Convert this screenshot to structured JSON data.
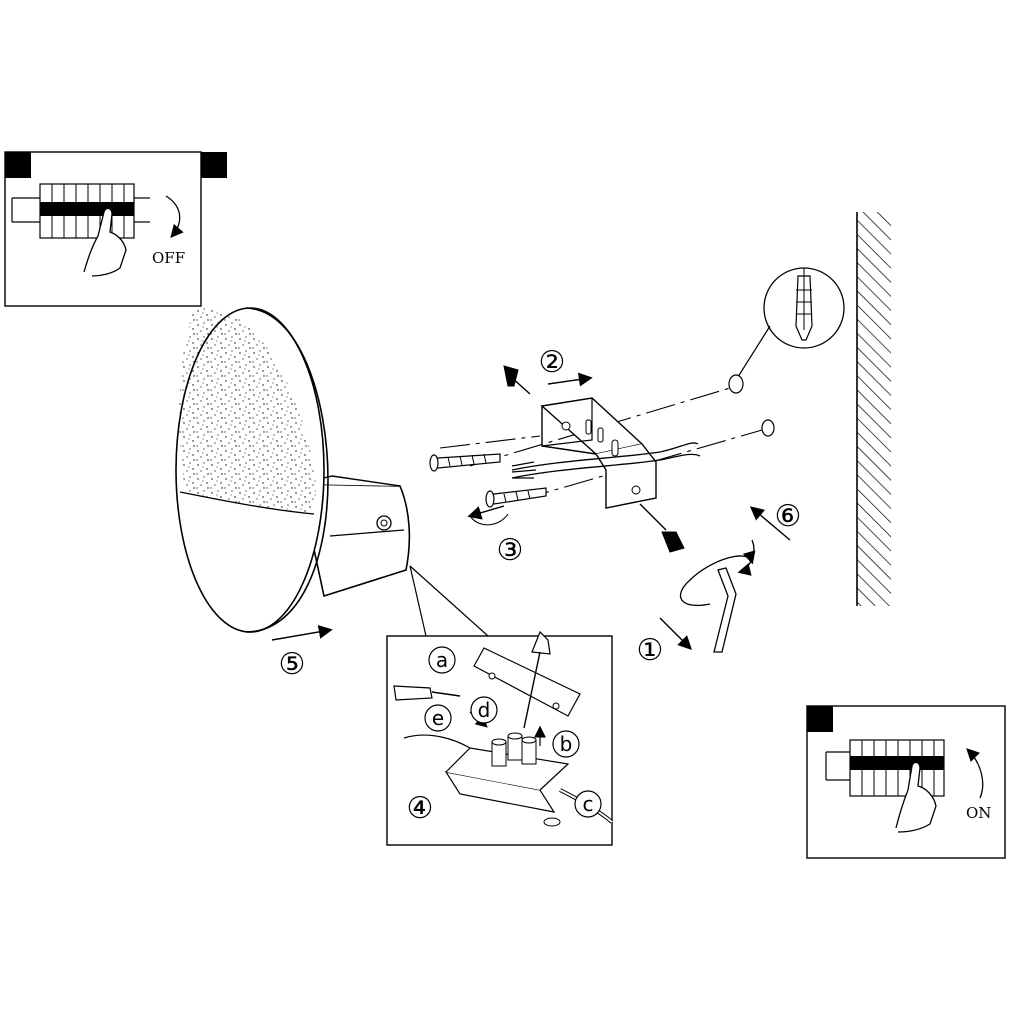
{
  "panels": {
    "off": {
      "text": "OFF"
    },
    "on": {
      "text": "ON"
    }
  },
  "steps": [
    "①",
    "②",
    "③",
    "④",
    "⑤",
    "⑥"
  ],
  "terminals": [
    "a",
    "b",
    "c",
    "d",
    "e"
  ],
  "colors": {
    "ink": "#000000",
    "paper": "#ffffff",
    "hatch": "#000000"
  },
  "icons": [
    "circuit-breaker-icon",
    "hand-icon",
    "screw-icon",
    "wall-plug-icon",
    "allen-key-icon",
    "screwdriver-icon"
  ]
}
